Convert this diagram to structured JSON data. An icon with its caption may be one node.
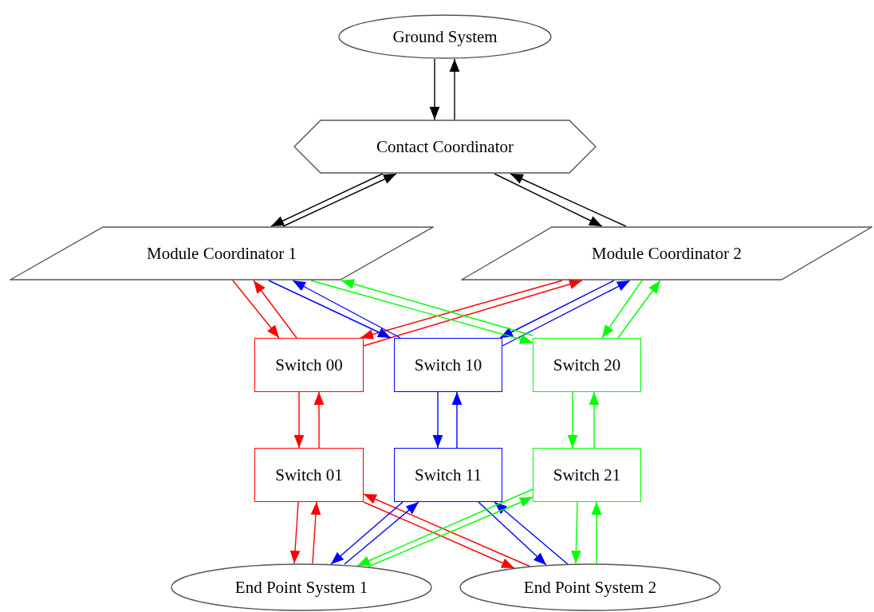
{
  "diagram": {
    "nodes": [
      {
        "text": [
          "Ground System"
        ]
      },
      {
        "text": [
          "Contact Coordinator"
        ]
      },
      {
        "text": [
          "Module Coordinator 1"
        ]
      },
      {
        "text": [
          "Module Coordinator 2"
        ]
      },
      {
        "text": [
          "Switch 00"
        ]
      },
      {
        "text": [
          "Switch 10"
        ]
      },
      {
        "text": [
          "Switch 20"
        ]
      },
      {
        "text": [
          "Switch 01"
        ]
      },
      {
        "text": [
          "Switch 11"
        ]
      },
      {
        "text": [
          "Switch 21"
        ]
      },
      {
        "text": [
          "End Point System 1"
        ]
      },
      {
        "text": [
          "End Point System 2"
        ]
      }
    ],
    "edges": [
      {
        "from": 0,
        "to": 1,
        "arrow": "to",
        "color": "#000000"
      },
      {
        "from": 1,
        "to": 0,
        "arrow": "to",
        "color": "#000000"
      },
      {
        "from": 1,
        "to": 2,
        "arrow": "to",
        "color": "#000000"
      },
      {
        "from": 2,
        "to": 1,
        "arrow": "to",
        "color": "#000000"
      },
      {
        "from": 1,
        "to": 3,
        "arrow": "to",
        "color": "#000000"
      },
      {
        "from": 3,
        "to": 1,
        "arrow": "to",
        "color": "#000000"
      },
      {
        "from": 2,
        "to": 4,
        "arrow": "to",
        "color": "#ff0000"
      },
      {
        "from": 4,
        "to": 2,
        "arrow": "to",
        "color": "#ff0000"
      },
      {
        "from": 3,
        "to": 4,
        "arrow": "to",
        "color": "#ff0000"
      },
      {
        "from": 4,
        "to": 3,
        "arrow": "to",
        "color": "#ff0000"
      },
      {
        "from": 4,
        "to": 7,
        "arrow": "to",
        "color": "#ff0000"
      },
      {
        "from": 7,
        "to": 4,
        "arrow": "to",
        "color": "#ff0000"
      },
      {
        "from": 7,
        "to": 10,
        "arrow": "to",
        "color": "#ff0000"
      },
      {
        "from": 10,
        "to": 7,
        "arrow": "to",
        "color": "#ff0000"
      },
      {
        "from": 7,
        "to": 11,
        "arrow": "to",
        "color": "#ff0000"
      },
      {
        "from": 11,
        "to": 7,
        "arrow": "to",
        "color": "#ff0000"
      },
      {
        "from": 2,
        "to": 5,
        "arrow": "to",
        "color": "#0000ff"
      },
      {
        "from": 5,
        "to": 2,
        "arrow": "to",
        "color": "#0000ff"
      },
      {
        "from": 3,
        "to": 5,
        "arrow": "to",
        "color": "#0000ff"
      },
      {
        "from": 5,
        "to": 3,
        "arrow": "to",
        "color": "#0000ff"
      },
      {
        "from": 5,
        "to": 8,
        "arrow": "to",
        "color": "#0000ff"
      },
      {
        "from": 8,
        "to": 5,
        "arrow": "to",
        "color": "#0000ff"
      },
      {
        "from": 8,
        "to": 10,
        "arrow": "to",
        "color": "#0000ff"
      },
      {
        "from": 10,
        "to": 8,
        "arrow": "to",
        "color": "#0000ff"
      },
      {
        "from": 8,
        "to": 11,
        "arrow": "to",
        "color": "#0000ff"
      },
      {
        "from": 11,
        "to": 8,
        "arrow": "to",
        "color": "#0000ff"
      },
      {
        "from": 2,
        "to": 6,
        "arrow": "to",
        "color": "#00ff00"
      },
      {
        "from": 6,
        "to": 2,
        "arrow": "to",
        "color": "#00ff00"
      },
      {
        "from": 3,
        "to": 6,
        "arrow": "to",
        "color": "#00ff00"
      },
      {
        "from": 6,
        "to": 3,
        "arrow": "to",
        "color": "#00ff00"
      },
      {
        "from": 6,
        "to": 9,
        "arrow": "to",
        "color": "#00ff00"
      },
      {
        "from": 9,
        "to": 6,
        "arrow": "to",
        "color": "#00ff00"
      },
      {
        "from": 9,
        "to": 10,
        "arrow": "to",
        "color": "#00ff00"
      },
      {
        "from": 10,
        "to": 9,
        "arrow": "to",
        "color": "#00ff00"
      },
      {
        "from": 9,
        "to": 11,
        "arrow": "to",
        "color": "#00ff00"
      },
      {
        "from": 11,
        "to": 9,
        "arrow": "to",
        "color": "#00ff00"
      }
    ]
  }
}
